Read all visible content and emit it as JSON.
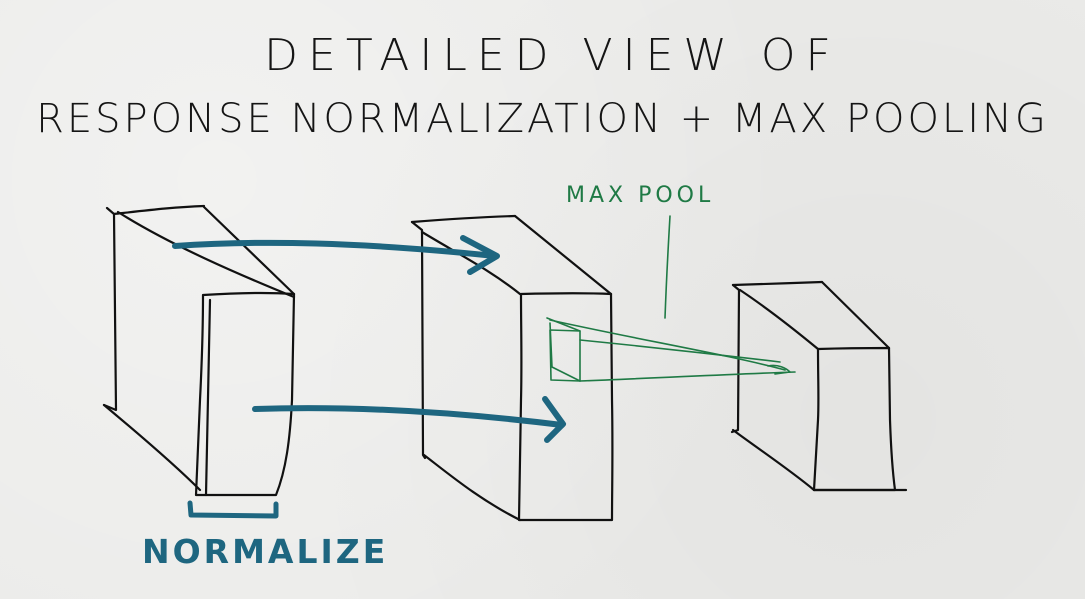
{
  "title": {
    "line1": "DETAILED VIEW OF",
    "line2": "RESPONSE NORMALIZATION + MAX POOLING"
  },
  "labels": {
    "max_pool": "MAX POOL",
    "normalize": "NORMALIZE"
  },
  "colors": {
    "background": "#ebebe9",
    "ink": "#111111",
    "arrow_blue": "#1e6680",
    "pool_green": "#1f7a45"
  }
}
